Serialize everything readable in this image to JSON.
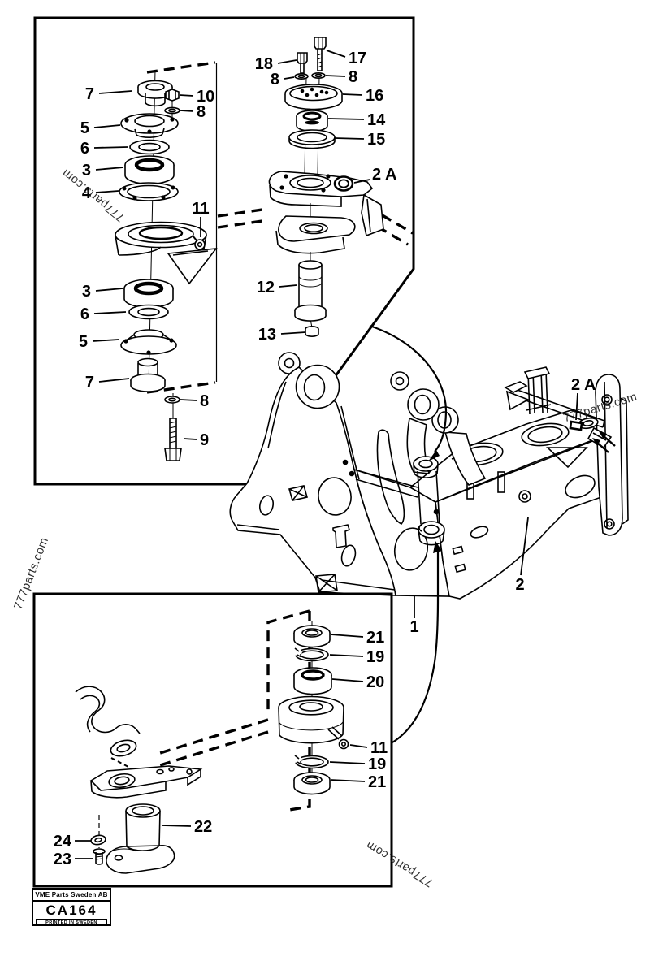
{
  "colors": {
    "ink": "#000000",
    "paper": "#ffffff"
  },
  "watermark": {
    "text": "777parts.com"
  },
  "title_block": {
    "publisher": "VME Parts Sweden AB",
    "code": "CA164",
    "printed_note": "PRINTED IN SWEDEN"
  },
  "callouts": {
    "upper_left": {
      "bushing_top": "7",
      "nut": "10",
      "washer_top": "8",
      "retainer_top": "5",
      "ring_top": "6",
      "bearing_top": "3",
      "gasket": "4",
      "grease_fitting": "11",
      "bearing_bottom": "3",
      "ring_bottom": "6",
      "retainer_bottom": "5",
      "bushing_bottom": "7",
      "washer_bottom": "8",
      "bolt": "9"
    },
    "upper_middle": {
      "bolt_short": "18",
      "washer_left": "8",
      "bolt_long": "17",
      "washer_right": "8",
      "cover": "16",
      "bearing": "14",
      "washer_flat": "15",
      "shim_ring": "2 A",
      "pin": "12",
      "plug": "13"
    },
    "frame": {
      "front_frame": "1",
      "rear_frame": "2",
      "shim_location": "2 A"
    },
    "lower": {
      "ring_top": "21",
      "snap_ring_top": "19",
      "bearing": "20",
      "grease_fitting": "11",
      "snap_ring_bottom": "19",
      "ring_bottom": "21",
      "pin": "22",
      "washer": "24",
      "bolt": "23"
    }
  }
}
